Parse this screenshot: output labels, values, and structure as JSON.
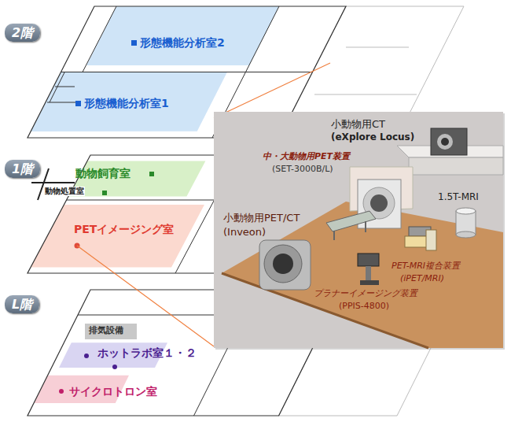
{
  "diagram": {
    "nodes": [
      {
        "text": [
          "2階"
        ]
      },
      {
        "text": [
          "形態機能分析室2"
        ]
      },
      {
        "text": [
          "形態機能分析室1"
        ]
      },
      {
        "text": [
          "1階"
        ]
      },
      {
        "text": [
          "動物飼育室"
        ]
      },
      {
        "text": [
          "PETイメージング室"
        ]
      },
      {
        "text": [
          "L階"
        ]
      },
      {
        "text": [
          "ホットラボ室１・２"
        ]
      },
      {
        "text": [
          "サイクロトロン室"
        ]
      }
    ],
    "labels": [
      "動物処置室",
      "排気設備",
      "小動物用CT",
      "(eXplore Locus)",
      "中・大動物用PET装置",
      "(SET-3000B/L)",
      "1.5T-MRI",
      "小動物用PET/CT",
      "(Inveon)",
      "PET-MRI複合装置",
      "(iPET/MRI)",
      "プラナーイメージング装置",
      "(PPIS-4800)"
    ]
  }
}
